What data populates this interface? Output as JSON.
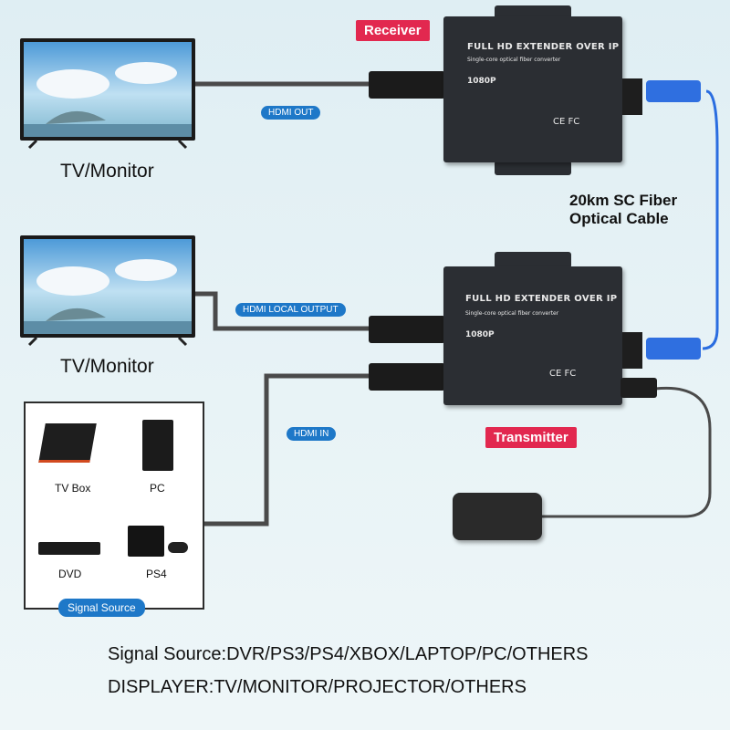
{
  "receiver": {
    "tag": "Receiver",
    "title": "FULL HD EXTENDER OVER IP",
    "subtitle": "Single-core optical fiber converter",
    "resolution": "1080P",
    "marks": "CE FC"
  },
  "transmitter": {
    "tag": "Transmitter",
    "title": "FULL HD EXTENDER OVER IP",
    "subtitle": "Single-core optical fiber converter",
    "resolution": "1080P",
    "marks": "CE FC"
  },
  "monitors": [
    {
      "caption": "TV/Monitor"
    },
    {
      "caption": "TV/Monitor"
    }
  ],
  "connections": {
    "hdmi_out": "HDMI OUT",
    "hdmi_local_output": "HDMI LOCAL OUTPUT",
    "hdmi_in": "HDMI IN"
  },
  "fiber": {
    "line1": "20km SC Fiber",
    "line2": "Optical Cable"
  },
  "signal_source": {
    "label": "Signal Source",
    "items": [
      {
        "name": "TV Box",
        "icon": "tv-box-icon"
      },
      {
        "name": "PC",
        "icon": "pc-tower-icon"
      },
      {
        "name": "DVD",
        "icon": "dvd-player-icon"
      },
      {
        "name": "PS4",
        "icon": "ps4-console-icon"
      }
    ]
  },
  "footer": {
    "line1": "Signal Source:DVR/PS3/PS4/XBOX/LAPTOP/PC/OTHERS",
    "line2": "DISPLAYER:TV/MONITOR/PROJECTOR/OTHERS"
  },
  "colors": {
    "tag_red": "#e2284f",
    "pill_blue": "#1e78c8",
    "fiber_blue": "#2a6de0",
    "device_body": "#2b2e33"
  }
}
